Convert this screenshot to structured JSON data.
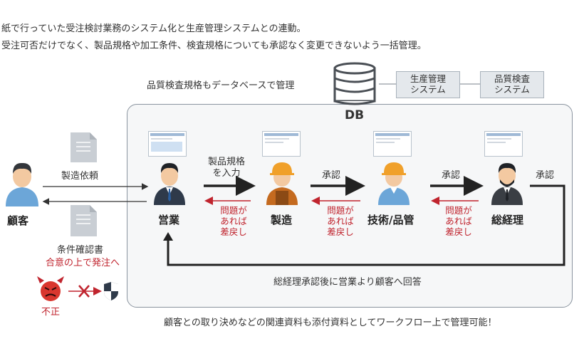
{
  "intro": {
    "line1": "紙で行っていた受注検討業務のシステム化と生産管理システムとの連動。",
    "line2": "受注可否だけでなく、製品規格や加工条件、検査規格についても承認なく変更できないよう一括管理。"
  },
  "db": {
    "caption": "品質検査規格もデータベースで管理",
    "label": "DB"
  },
  "systems": [
    {
      "line1": "生産管理",
      "line2": "システム"
    },
    {
      "line1": "品質検査",
      "line2": "システム"
    }
  ],
  "customer": {
    "name": "顧客",
    "request_doc": "製造依頼",
    "confirm_doc": "条件確認書",
    "order_note": "合意の上で発注へ"
  },
  "roles": {
    "sales": "営業",
    "manufacturing": "製造",
    "tech_qc": "技術/品管",
    "gm": "総経理"
  },
  "flow": {
    "spec_input": "製品規格を入力",
    "approve": "承認",
    "return_lines": [
      "問題が",
      "あれば",
      "差戻し"
    ],
    "loop_caption": "総経理承認後に営業より顧客へ回答"
  },
  "fraud": {
    "label": "不正"
  },
  "footer": "顧客との取り決めなどの関連資料も添付資料としてワークフロー上で管理可能！",
  "colors": {
    "accent_red": "#c0242e",
    "person_blue": "#6ca6d8",
    "frame_border": "#8a949f",
    "helmet_orange": "#f0a02a",
    "arrow_dark": "#222222"
  }
}
